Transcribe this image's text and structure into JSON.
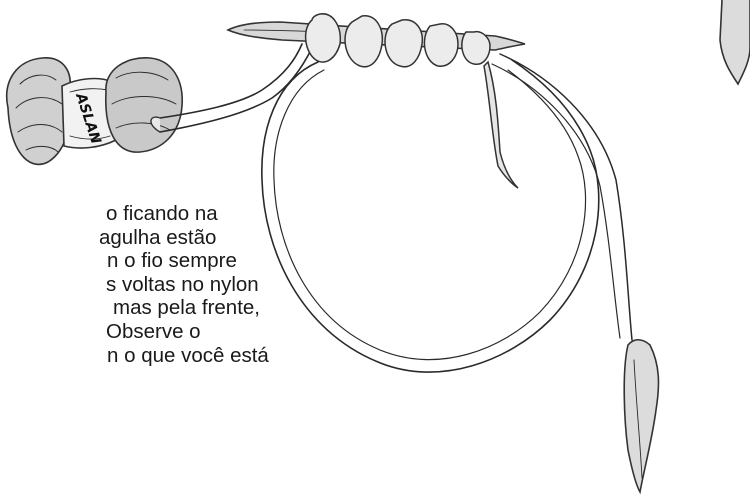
{
  "illustration": {
    "subject": "yarn ball with knitting needle and circular nylon cable",
    "yarn_label": "ASLAN"
  },
  "caption": {
    "lines": [
      "o ficando na",
      "agulha estão",
      "n o fio sempre",
      "s voltas no nylon",
      "mas pela frente,",
      "Observe o",
      "n o que você está"
    ]
  }
}
